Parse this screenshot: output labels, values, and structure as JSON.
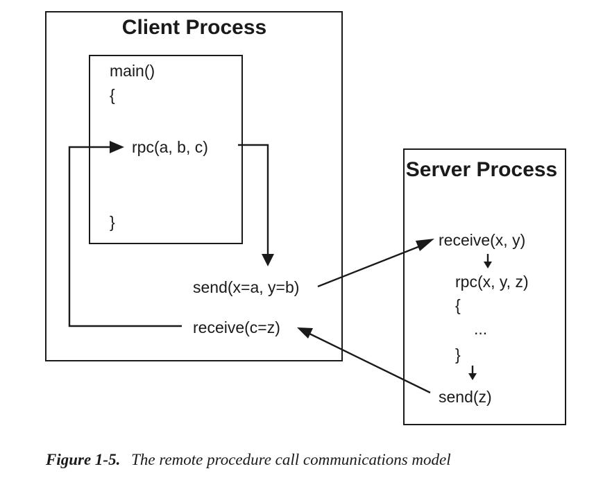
{
  "client": {
    "title": "Client Process",
    "main_signature": "main()",
    "open_brace": "{",
    "rpc_call": "rpc(a, b, c)",
    "close_brace": "}",
    "send": "send(x=a, y=b)",
    "receive": "receive(c=z)"
  },
  "server": {
    "title": "Server Process",
    "receive": "receive(x, y)",
    "rpc_def": "rpc(x, y, z)",
    "open_brace": "{",
    "ellipsis": "...",
    "close_brace": "}",
    "send": "send(z)"
  },
  "caption": {
    "label": "Figure 1-5.",
    "text": "The remote procedure call communications model"
  }
}
